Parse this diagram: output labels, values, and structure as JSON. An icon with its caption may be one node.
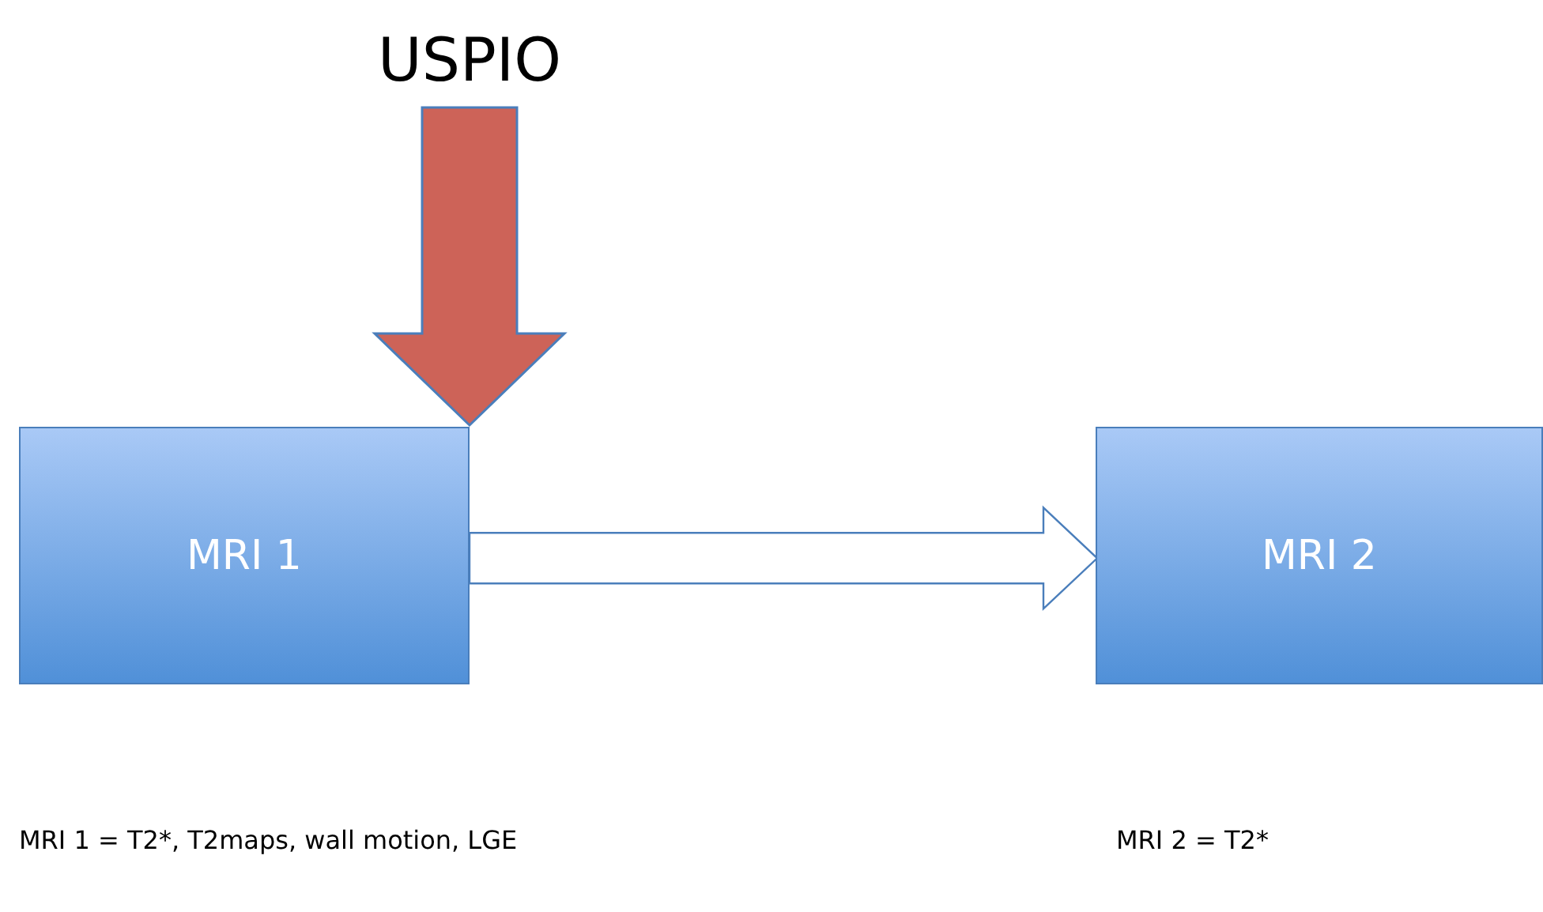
{
  "diagram": {
    "nodes": [
      {
        "text": [
          "USPIO"
        ]
      },
      {
        "text": [
          "MRI 1"
        ]
      },
      {
        "text": [
          "MRI 2"
        ]
      }
    ],
    "edges": [
      {
        "from": 0,
        "to": 1,
        "arrow": "to",
        "style": "thick",
        "color": "#cd6358"
      },
      {
        "from": 1,
        "to": 2,
        "arrow": "to"
      }
    ],
    "labels": [
      "MRI 1 = T2*, T2maps, wall motion, LGE",
      "MRI 2 = T2*"
    ]
  }
}
